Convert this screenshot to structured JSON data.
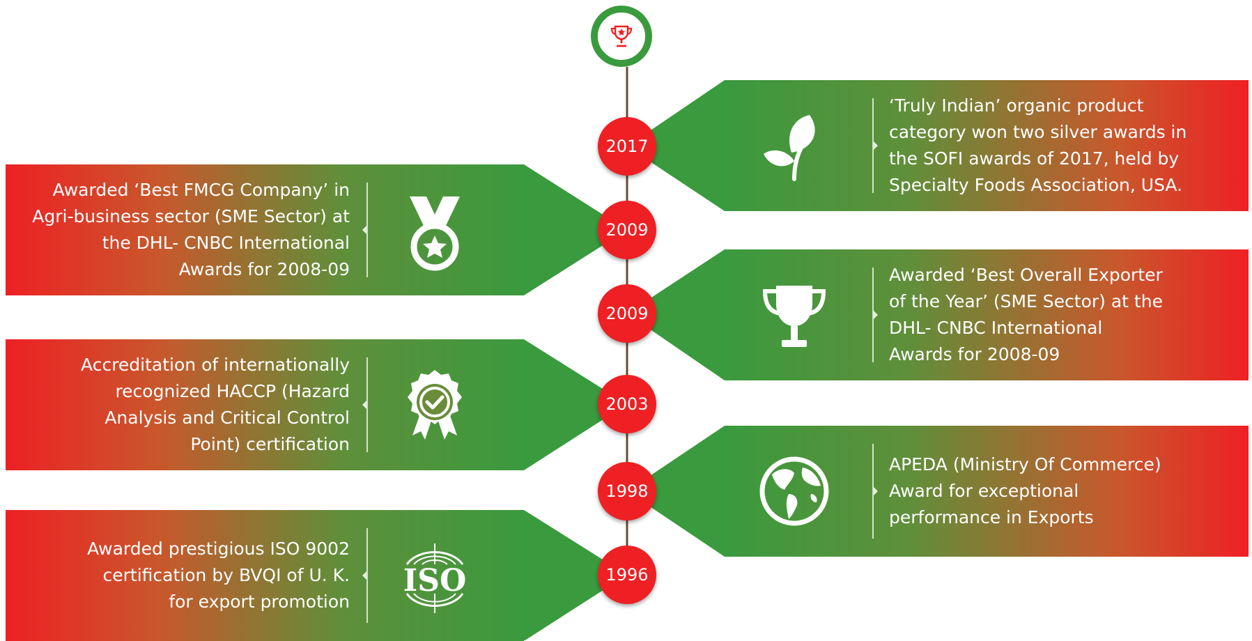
{
  "top_icon": "trophy-star-icon",
  "colors": {
    "green": "#3a9a3e",
    "red": "#ee2024",
    "line": "#6b4a2a"
  },
  "milestones": [
    {
      "year": "2017",
      "side": "right",
      "icon": "leaf-plant-icon",
      "lines": [
        "‘Truly Indian’ organic product",
        "category   won two silver awards in",
        "the SOFI awards of 2017, held by",
        "Specialty Foods Association, USA."
      ]
    },
    {
      "year": "2009",
      "side": "left",
      "icon": "medal-icon",
      "lines": [
        "Awarded ‘Best FMCG Company’ in",
        "Agri-business sector (SME Sector) at",
        "the DHL- CNBC International",
        "Awards for 2008-09"
      ]
    },
    {
      "year": "2009",
      "side": "right",
      "icon": "trophy-icon",
      "lines": [
        "Awarded ‘Best Overall Exporter",
        "of the Year’ (SME Sector) at the",
        "DHL- CNBC International",
        "Awards for 2008-09"
      ]
    },
    {
      "year": "2003",
      "side": "left",
      "icon": "certificate-badge-icon",
      "lines": [
        "Accreditation of internationally",
        "recognized HACCP (Hazard",
        "Analysis and Critical Control",
        "Point) certification"
      ]
    },
    {
      "year": "1998",
      "side": "right",
      "icon": "globe-icon",
      "lines": [
        "APEDA (Ministry Of Commerce)",
        "Award  for exceptional",
        "performance in  Exports"
      ]
    },
    {
      "year": "1996",
      "side": "left",
      "icon": "iso-logo-icon",
      "lines": [
        "Awarded prestigious ISO 9002",
        "certification by BVQI of U. K.",
        "for export promotion"
      ]
    }
  ]
}
